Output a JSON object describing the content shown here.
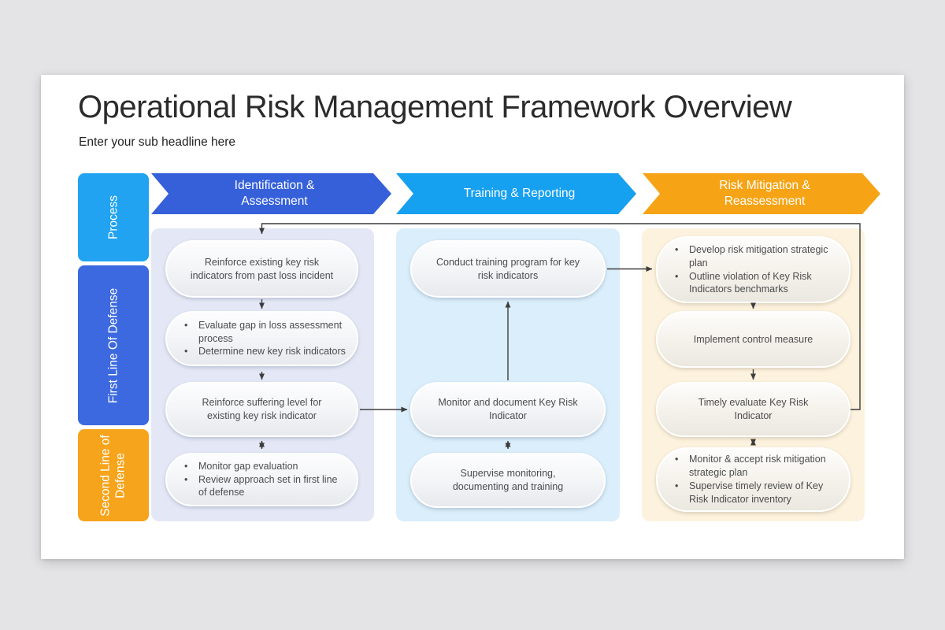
{
  "header": {
    "title": "Operational Risk Management Framework Overview",
    "subtitle": "Enter your sub headline here"
  },
  "colors": {
    "canvas_bg": "#e4e4e6",
    "slide_bg": "#ffffff",
    "title_text": "#2b2b2b",
    "connector": "#3d3d3d"
  },
  "stages": [
    {
      "id": "identification",
      "label": "Identification & Assessment",
      "color": "#3560da"
    },
    {
      "id": "training",
      "label": "Training & Reporting",
      "color": "#16a0f0"
    },
    {
      "id": "mitigation",
      "label": "Risk Mitigation & Reassessment",
      "color": "#f6a415"
    }
  ],
  "lanes": [
    {
      "id": "process",
      "label": "Process",
      "color": "#21a3f1"
    },
    {
      "id": "first-line",
      "label": "First Line Of Defense",
      "color": "#3c69df"
    },
    {
      "id": "second-line",
      "label": "Second Line of Defense",
      "color": "#f6a41c"
    }
  ],
  "columns": [
    {
      "id": "identification",
      "panel_color": "#e4e8f6",
      "boxes": [
        {
          "text": "Reinforce existing key risk indicators from past loss incident"
        },
        {
          "items": [
            "Evaluate gap in loss assessment process",
            "Determine new key risk indicators"
          ]
        },
        {
          "text": "Reinforce suffering level for existing key risk indicator"
        },
        {
          "items": [
            "Monitor gap evaluation",
            "Review approach set in first line of defense"
          ]
        }
      ]
    },
    {
      "id": "training",
      "panel_color": "#daeefb",
      "boxes": [
        {
          "text": "Conduct training program for key risk indicators"
        },
        {
          "text": "Monitor and document Key Risk Indicator"
        },
        {
          "text": "Supervise monitoring, documenting and training"
        }
      ]
    },
    {
      "id": "mitigation",
      "panel_color": "#fcf2de",
      "boxes": [
        {
          "items": [
            "Develop risk mitigation strategic plan",
            "Outline violation of Key Risk Indicators benchmarks"
          ]
        },
        {
          "text": "Implement control measure"
        },
        {
          "text": "Timely evaluate Key Risk Indicator"
        },
        {
          "items": [
            "Monitor & accept risk mitigation strategic plan",
            "Supervise timely review of Key Risk Indicator inventory"
          ]
        }
      ]
    }
  ]
}
